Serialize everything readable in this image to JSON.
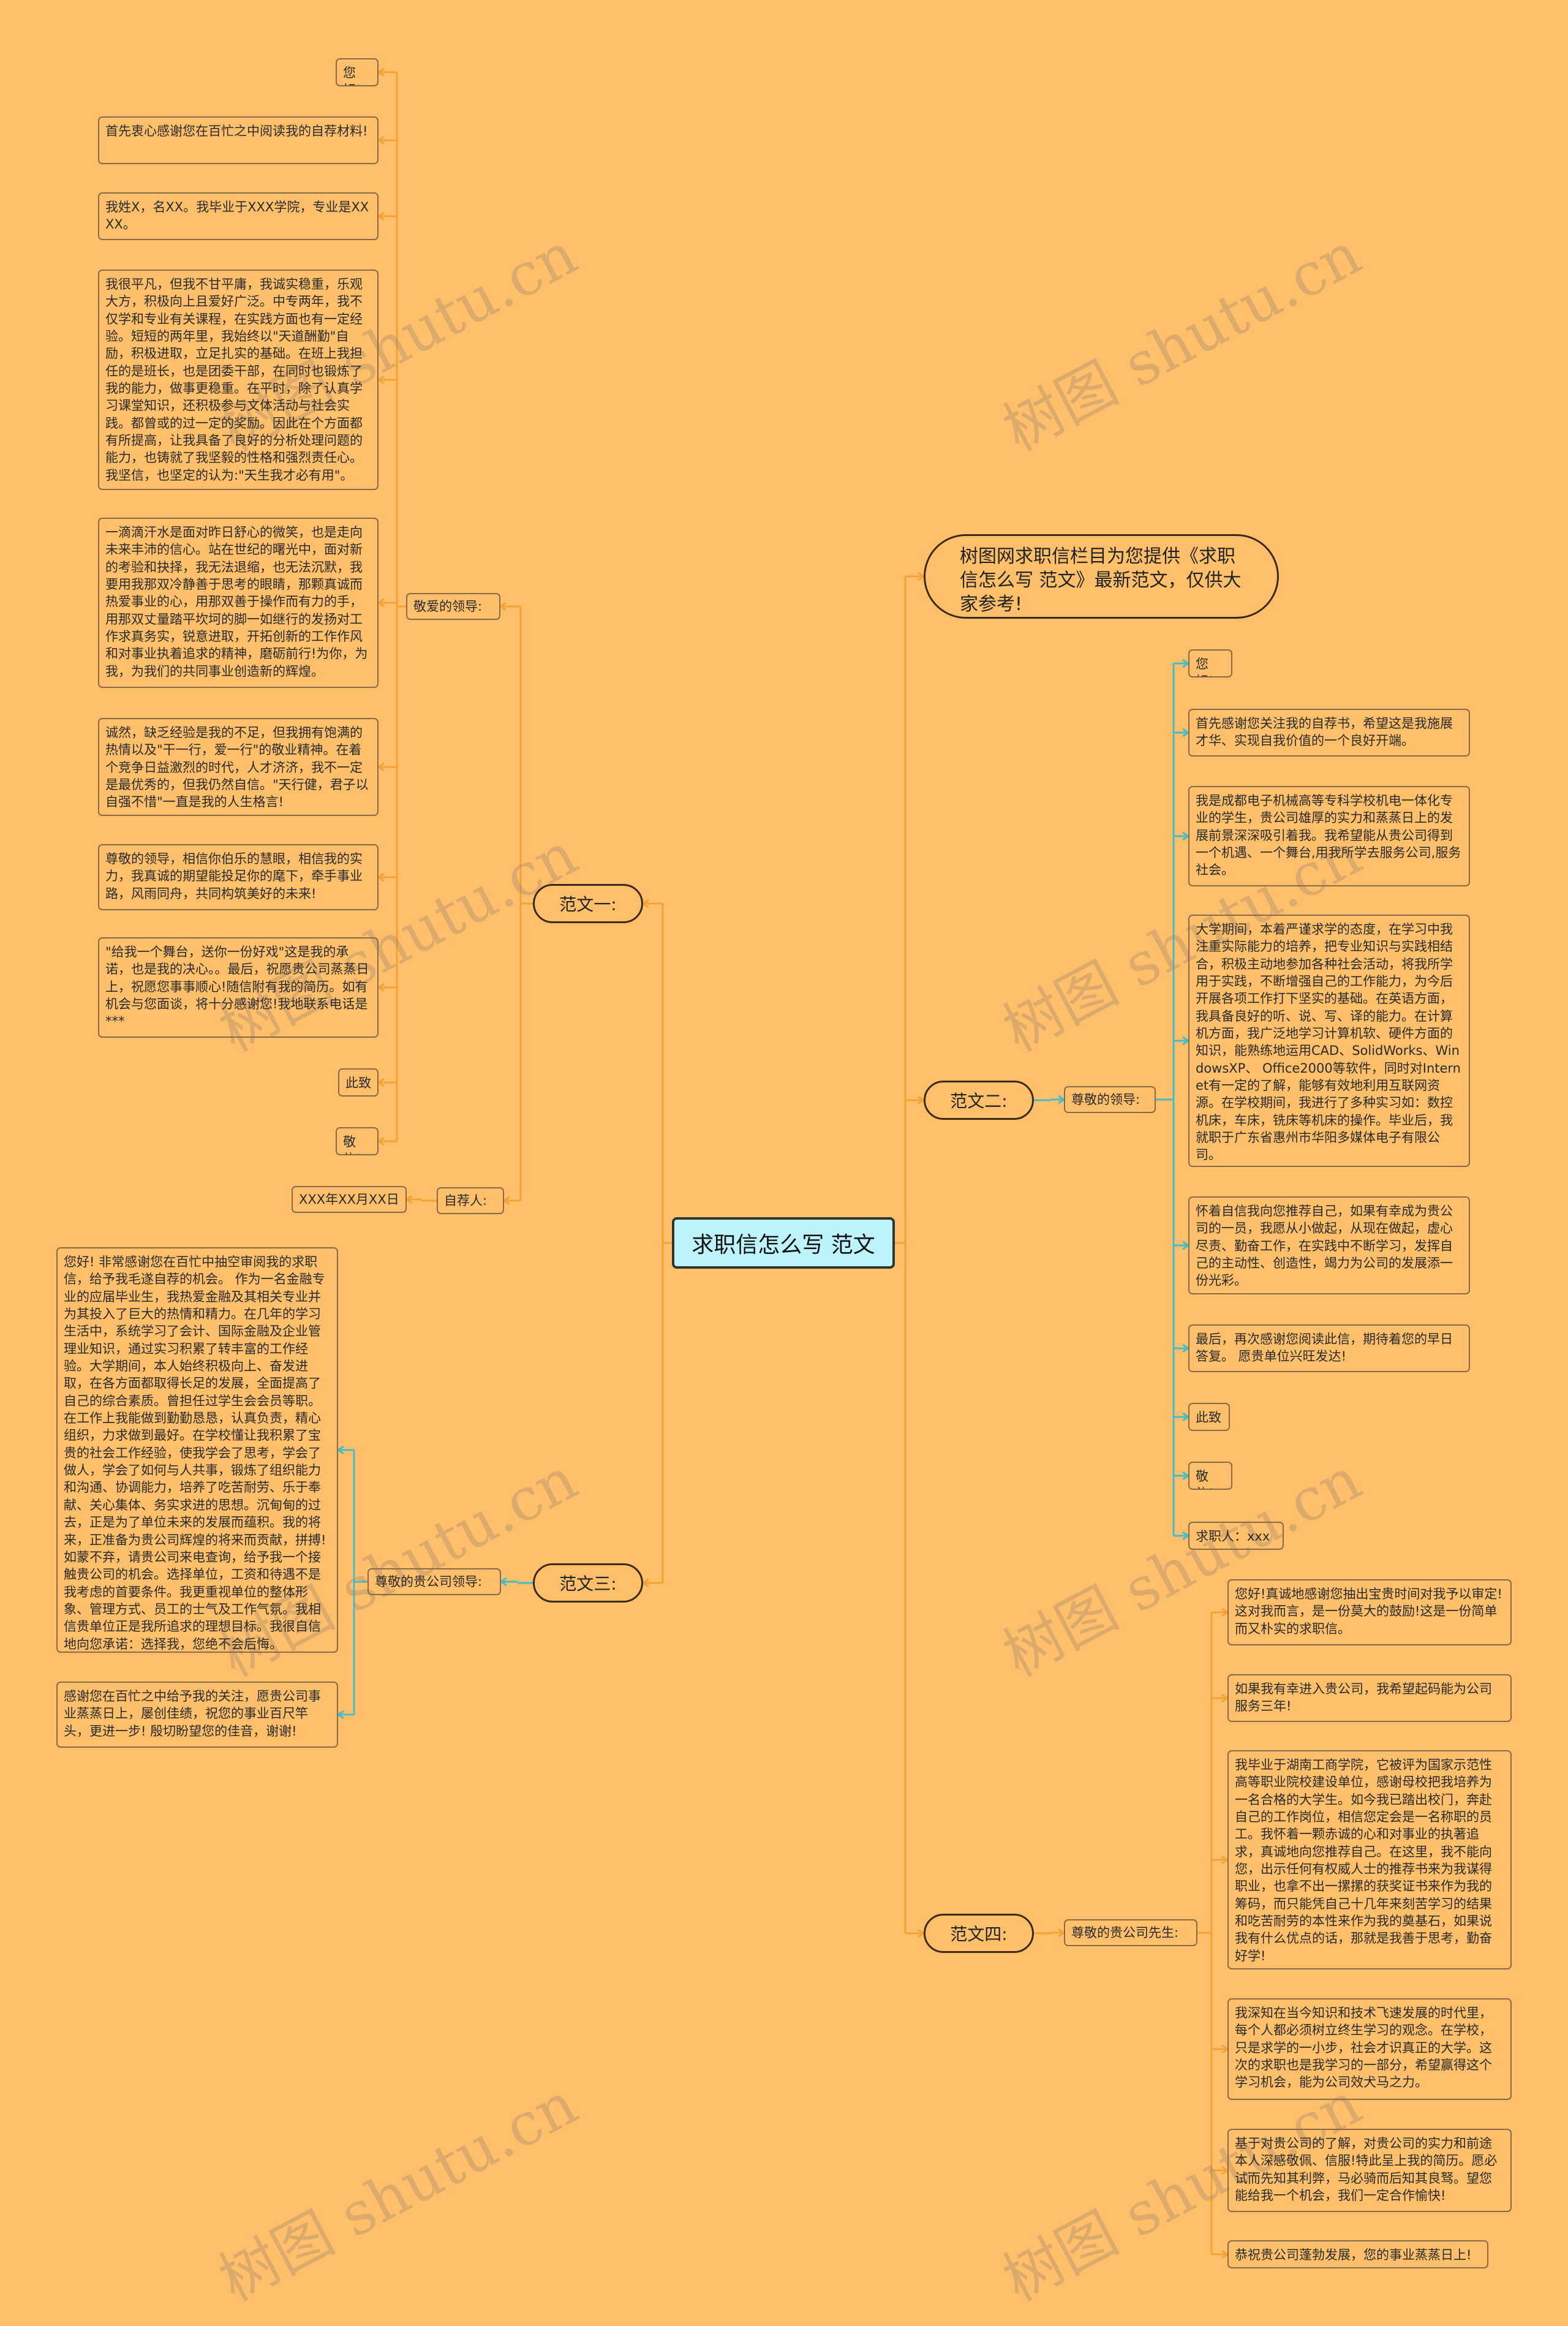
{
  "title": "求职信怎么写  范文",
  "intro": "树图网求职信栏目为您提供《求职信怎么写 范文》最新范文，仅供大家参考!",
  "watermark": "树图 shutu.cn",
  "colors": {
    "background": "#ffbf6b",
    "root_fill": "#bdf4fb",
    "link_teal": "#46bcc8",
    "link_orange": "#f3a233"
  },
  "fanwen1": {
    "label": "范文一:",
    "sub1": "敬爱的领导:",
    "sub2": "自荐人:",
    "sub2_leaf": "XXX年XX月XX日",
    "leaves": [
      "您好!",
      "首先衷心感谢您在百忙之中阅读我的自荐材料!",
      "我姓X，名XX。我毕业于XXX学院，专业是XXXX。",
      "我很平凡，但我不甘平庸，我诚实稳重，乐观大方，积极向上且爱好广泛。中专两年，我不仅学和专业有关课程，在实践方面也有一定经验。短短的两年里，我始终以\"天道酬勤\"自励，积极进取，立足扎实的基础。在班上我担任的是班长，也是团委干部，在同时也锻炼了我的能力，做事更稳重。在平时，除了认真学习课堂知识，还积极参与文体活动与社会实践。都曾或的过一定的奖励。因此在个方面都有所提高，让我具备了良好的分析处理问题的能力，也铸就了我坚毅的性格和强烈责任心。我坚信，也坚定的认为:\"天生我才必有用\"。",
      "一滴滴汗水是面对昨日舒心的微笑，也是走向未来丰沛的信心。站在世纪的曙光中，面对新的考验和抉择，我无法退缩，也无法沉默，我要用我那双冷静善于思考的眼睛，那颗真诚而热爱事业的心，用那双善于操作而有力的手，用那双丈量踏平坎坷的脚一如继行的发扬对工作求真务实，锐意进取，开拓创新的工作作风和对事业执着追求的精神，磨砺前行!为你，为我，为我们的共同事业创造新的辉煌。",
      "诚然，缺乏经验是我的不足，但我拥有饱满的热情以及\"干一行，爱一行\"的敬业精神。在着个竞争日益激烈的时代，人才济济，我不一定是最优秀的，但我仍然自信。\"天行健，君子以自强不惜\"一直是我的人生格言!",
      "尊敬的领导，相信你伯乐的慧眼，相信我的实力，我真诚的期望能投足你的麾下，牵手事业路，风雨同舟，共同构筑美好的未来!",
      "\"给我一个舞台，送你一份好戏\"这是我的承诺，也是我的决心。。最后，祝愿贵公司蒸蒸日上，祝愿您事事顺心!随信附有我的简历。如有机会与您面谈，将十分感谢您!我地联系电话是***",
      "此致",
      "敬礼!"
    ]
  },
  "fanwen2": {
    "label": "范文二:",
    "sub": "尊敬的领导:",
    "leaves": [
      "您好!",
      "首先感谢您关注我的自荐书，希望这是我施展才华、实现自我价值的一个良好开端。",
      "我是成都电子机械高等专科学校机电一体化专业的学生，贵公司雄厚的实力和蒸蒸日上的发展前景深深吸引着我。我希望能从贵公司得到一个机遇、一个舞台,用我所学去服务公司,服务社会。",
      "大学期间，本着严谨求学的态度，在学习中我注重实际能力的培养，把专业知识与实践相结合，积极主动地参加各种社会活动，将我所学用于实践，不断增强自己的工作能力，为今后开展各项工作打下坚实的基础。在英语方面，我具备良好的听、说、写、译的能力。在计算机方面，我广泛地学习计算机软、硬件方面的知识，能熟练地运用CAD、SolidWorks、WindowsXP、 Office2000等软件，同时对Internet有一定的了解，能够有效地利用互联网资源。在学校期间，我进行了多种实习如：数控机床，车床，铣床等机床的操作。毕业后，我就职于广东省惠州市华阳多媒体电子有限公司。",
      "怀着自信我向您推荐自己，如果有幸成为贵公司的一员，我愿从小做起，从现在做起，虚心尽责、勤奋工作，在实践中不断学习，发挥自己的主动性、创造性，竭力为公司的发展添一份光彩。",
      "最后，再次感谢您阅读此信，期待着您的早日答复。 愿贵单位兴旺发达!",
      "此致",
      "敬礼!",
      "求职人：xxxx"
    ]
  },
  "fanwen3": {
    "label": "范文三:",
    "sub": "尊敬的贵公司领导:",
    "leaves": [
      "您好! 非常感谢您在百忙中抽空审阅我的求职信，给予我毛遂自荐的机会。 作为一名金融专业的应届毕业生，我热爱金融及其相关专业并为其投入了巨大的热情和精力。在几年的学习生活中，系统学习了会计、国际金融及企业管理业知识，通过实习积累了转丰富的工作经验。大学期间，本人始终积极向上、奋发进取，在各方面都取得长足的发展，全面提高了自己的综合素质。曾担任过学生会会员等职。在工作上我能做到勤勤恳恳，认真负责，精心组织，力求做到最好。在学校懂让我积累了宝贵的社会工作经验，使我学会了思考，学会了做人，学会了如何与人共事，锻炼了组织能力和沟通、协调能力，培养了吃苦耐劳、乐于奉献、关心集体、务实求进的思想。沉甸甸的过去，正是为了单位未来的发展而蕴积。我的将来，正准备为贵公司辉煌的将来而贡献，拼搏!如蒙不弃，请贵公司来电查询，给予我一个接触贵公司的机会。选择单位，工资和待遇不是我考虑的首要条件。我更重视单位的整体形象、管理方式、员工的士气及工作气氛。我相信贵单位正是我所追求的理想目标。我很自信地向您承诺：选择我，您绝不会后悔。",
      "感谢您在百忙之中给予我的关注，愿贵公司事业蒸蒸日上，屡创佳绩，祝您的事业百尺竿头，更进一步! 殷切盼望您的佳音，谢谢!"
    ]
  },
  "fanwen4": {
    "label": "范文四:",
    "sub": "尊敬的贵公司先生:",
    "leaves": [
      "您好!真诚地感谢您抽出宝贵时间对我予以审定!这对我而言，是一份莫大的鼓励!这是一份简单而又朴实的求职信。",
      "如果我有幸进入贵公司，我希望起码能为公司服务三年!",
      "我毕业于湖南工商学院，它被评为国家示范性高等职业院校建设单位，感谢母校把我培养为一名合格的大学生。如今我已踏出校门，奔赴自己的工作岗位，相信您定会是一名称职的员工。我怀着一颗赤诚的心和对事业的执著追求，真诚地向您推荐自己。在这里，我不能向您，出示任何有权威人士的推荐书来为我谋得职业，也拿不出一摞摞的获奖证书来作为我的筹码，而只能凭自己十几年来刻苦学习的结果和吃苦耐劳的本性来作为我的奠基石，如果说我有什么优点的话，那就是我善于思考，勤奋好学!",
      "我深知在当今知识和技术飞速发展的时代里，每个人都必须树立终生学习的观念。在学校，只是求学的一小步，社会才识真正的大学。这次的求职也是我学习的一部分，希望赢得这个学习机会，能为公司效犬马之力。",
      "基于对贵公司的了解，对贵公司的实力和前途本人深感敬佩、信服!特此呈上我的简历。愿必试而先知其利弊，马必骑而后知其良驽。望您能给我一个机会，我们一定合作愉快!",
      "恭祝贵公司蓬勃发展，您的事业蒸蒸日上!"
    ]
  }
}
